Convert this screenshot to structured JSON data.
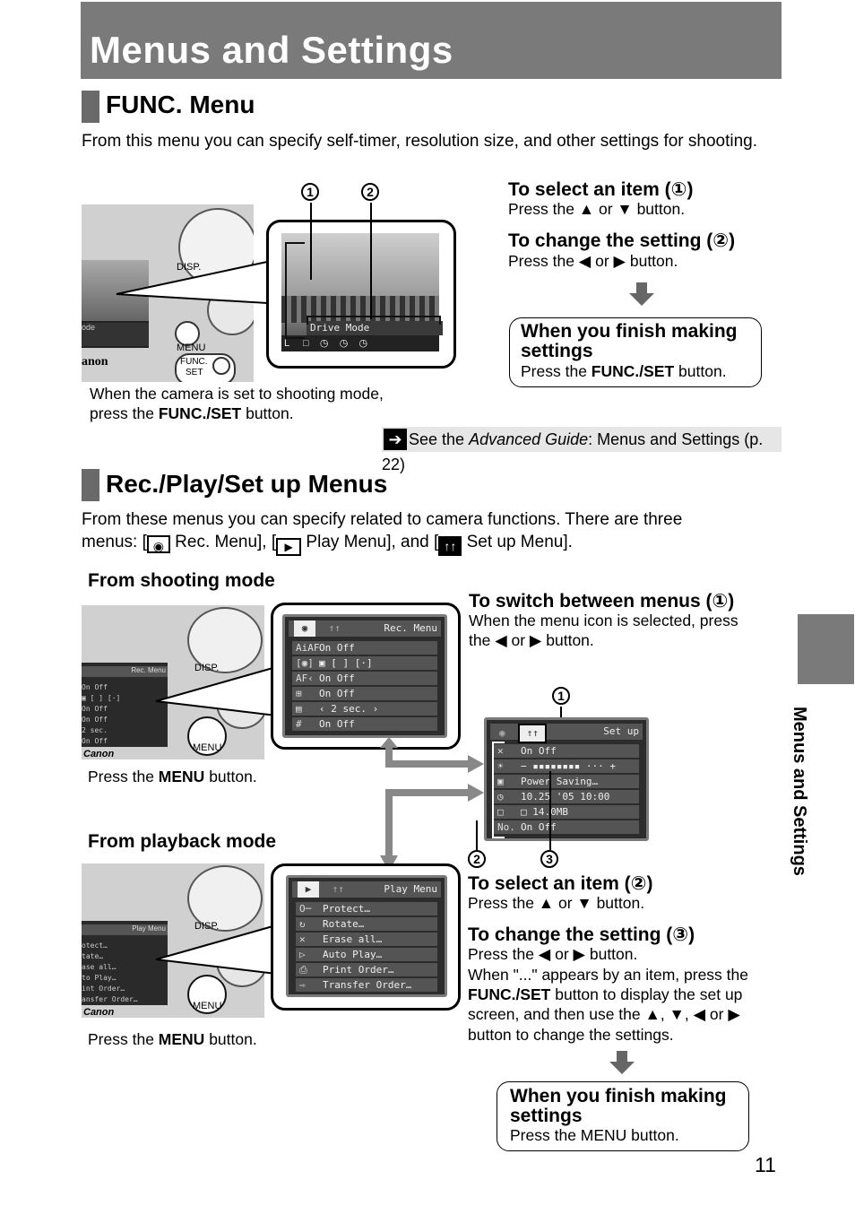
{
  "page_title": "Menus and Settings",
  "func": {
    "heading": "FUNC. Menu",
    "intro": "From this menu you can specify self-timer, resolution size, and other settings for shooting.",
    "select_title": "To select an item (①)",
    "select_body": "Press the ▲ or ▼ button.",
    "change_title": "To change the setting (②)",
    "change_body": "Press the ◀ or ▶ button.",
    "finish_title_1": "When you finish making",
    "finish_title_2": "settings",
    "finish_body_pre": "Press the ",
    "finish_body_bold": "FUNC./SET",
    "finish_body_post": " button.",
    "caption_1": "When the camera is set to shooting mode,",
    "caption_2_pre": "press the ",
    "caption_2_bold": "FUNC./SET",
    "caption_2_post": " button.",
    "see_pre": "See the ",
    "see_italic": "Advanced Guide",
    "see_post": ": Menus and Settings (p. 22)",
    "callout_1": "1",
    "callout_2": "2",
    "lcd_label": "Drive Mode",
    "camera_brand": "anon",
    "camera_disp": "DISP.",
    "camera_menu": "MENU",
    "camera_func": "FUNC.",
    "camera_set": "SET"
  },
  "rps": {
    "heading": "Rec./Play/Set up Menus",
    "intro_1": "From these menus you can specify related to camera functions. There are three",
    "intro_2_a": "menus: [",
    "intro_2_b": " Rec. Menu], [",
    "intro_2_c": " Play Menu], and [",
    "intro_2_d": " Set up Menu].",
    "from_shooting": "From shooting mode",
    "from_playback": "From playback mode",
    "press_menu_pre": "Press the ",
    "press_menu_bold": "MENU",
    "press_menu_post": " button.",
    "switch_title": "To switch between menus (①)",
    "switch_body_1": "When the menu icon is selected, press",
    "switch_body_2": "the ◀ or ▶ button.",
    "select_title": "To select an item (②)",
    "select_body": "Press the ▲ or ▼ button.",
    "change_title": "To change the setting (③)",
    "change_body_1": "Press the ◀ or ▶ button.",
    "change_body_2": "When \"...\" appears by an item, press the",
    "change_body_3_bold": "FUNC./SET",
    "change_body_3_post": " button to display the set up",
    "change_body_4": "screen, and then use the ▲, ▼, ◀ or ▶",
    "change_body_5": "button to change the settings.",
    "finish_title_1": "When you finish making",
    "finish_title_2": "settings",
    "finish_body": "Press the MENU button.",
    "callout_1": "1",
    "callout_2": "2",
    "callout_3": "3",
    "rec_menu": {
      "header": "Rec. Menu",
      "rows": [
        {
          "icon": "AiAF",
          "val": "On  Off"
        },
        {
          "icon": "[◉]",
          "val": "▣  [ ]  [·]"
        },
        {
          "icon": "AF‹",
          "val": "On  Off"
        },
        {
          "icon": "⊞",
          "val": "On  Off"
        },
        {
          "icon": "▤",
          "val": "‹ 2 sec.      ›"
        },
        {
          "icon": "#",
          "val": "On  Off"
        }
      ]
    },
    "play_menu": {
      "header": "Play Menu",
      "rows": [
        {
          "icon": "O─",
          "val": "Protect…"
        },
        {
          "icon": "↻",
          "val": "Rotate…"
        },
        {
          "icon": "✕",
          "val": "Erase all…"
        },
        {
          "icon": "▷",
          "val": "Auto Play…"
        },
        {
          "icon": "⎙",
          "val": "Print Order…"
        },
        {
          "icon": "⇨",
          "val": "Transfer Order…"
        }
      ]
    },
    "setup_menu": {
      "header": "Set up",
      "rows": [
        {
          "icon": "✕",
          "val": "On  Off"
        },
        {
          "icon": "☀",
          "val": "− ▪▪▪▪▪▪▪▪ ··· +"
        },
        {
          "icon": "▣",
          "val": "Power Saving…"
        },
        {
          "icon": "◷",
          "val": "10.25 '05 10:00"
        },
        {
          "icon": "□",
          "val": "□ 14.0MB"
        },
        {
          "icon": "No.",
          "val": "On  Off"
        }
      ]
    },
    "shoot_cam": {
      "brand": "Canon",
      "disp": "DISP.",
      "menu": "MENU",
      "screen_header": "Rec. Menu",
      "screen_rows": [
        "On  Off",
        "▣ [ ] [·]",
        "On  Off",
        "On  Off",
        "2 sec.",
        "On  Off"
      ]
    },
    "play_cam": {
      "brand": "Canon",
      "disp": "DISP.",
      "menu": "MENU",
      "screen_header": "Play Menu",
      "screen_rows": [
        "otect…",
        "tate…",
        "ase all…",
        "to Play…",
        "int Order…",
        "ansfer Order…"
      ]
    }
  },
  "side_label": "Menus and Settings",
  "page_number": "11"
}
